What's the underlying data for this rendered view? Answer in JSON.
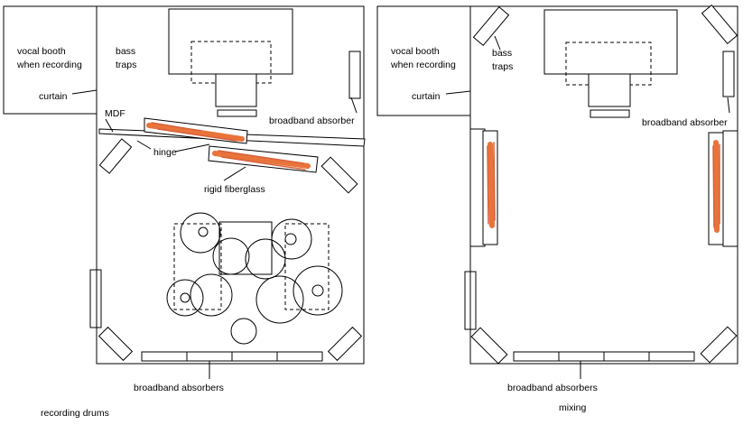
{
  "colors": {
    "line": "#000000",
    "fiberglass": "#e8743b",
    "background": "#ffffff"
  },
  "left_plan": {
    "caption": "recording drums",
    "vocal_booth": [
      "vocal booth",
      "when recording"
    ],
    "curtain": "curtain",
    "bass_traps": [
      "bass",
      "traps"
    ],
    "broadband_absorber": "broadband absorber",
    "mdf": "MDF",
    "hinge": "hinge",
    "rigid_fiberglass": "rigid fiberglass",
    "broadband_absorbers": "broadband absorbers"
  },
  "right_plan": {
    "caption": "mixing",
    "vocal_booth": [
      "vocal booth",
      "when recording"
    ],
    "curtain": "curtain",
    "bass_traps": [
      "bass",
      "traps"
    ],
    "broadband_absorber": "broadband absorber",
    "broadband_absorbers": "broadband absorbers"
  }
}
